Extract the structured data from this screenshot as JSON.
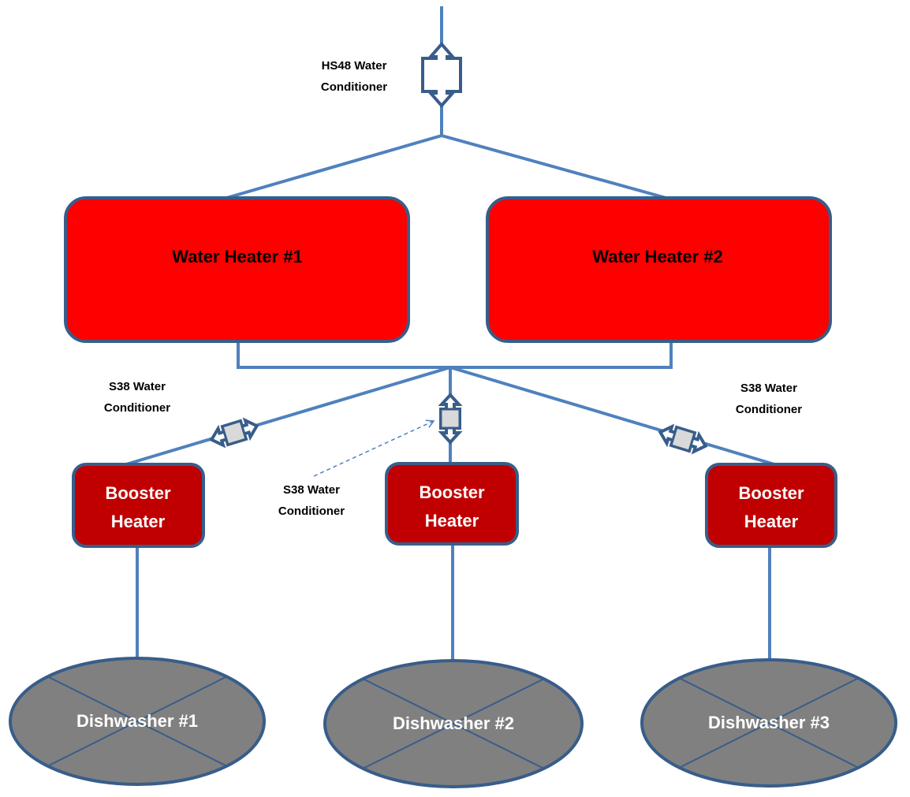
{
  "diagram": {
    "conditioners": {
      "hs48": "HS48 Water\nConditioner",
      "s38_left": "S38 Water\nConditioner",
      "s38_middle": "S38 Water\nConditioner",
      "s38_right": "S38 Water\nConditioner"
    },
    "water_heaters": [
      "Water Heater #1",
      "Water Heater #2"
    ],
    "booster_heaters": [
      "Booster\nHeater",
      "Booster\nHeater",
      "Booster\nHeater"
    ],
    "dishwashers": [
      "Dishwasher #1",
      "Dishwasher #2",
      "Dishwasher #3"
    ],
    "colors": {
      "pipe": "#4f81bd",
      "outline": "#385d8a",
      "water_heater_fill": "#ff0000",
      "booster_fill": "#c00000",
      "dishwasher_fill": "#808080",
      "conditioner_fill": "#d9d9d9",
      "arrow_fill": "#ffffff"
    }
  }
}
